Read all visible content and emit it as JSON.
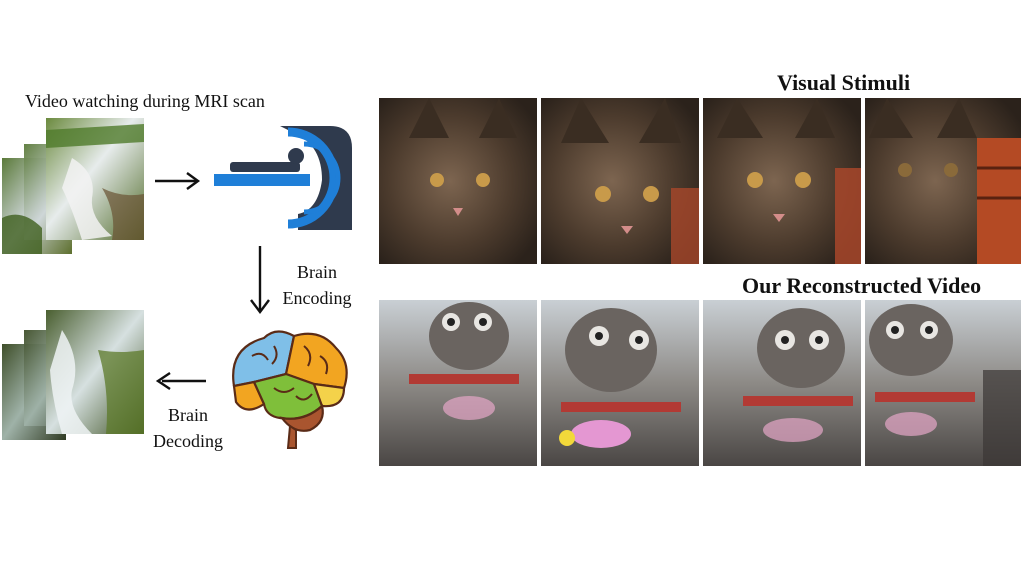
{
  "left": {
    "top_caption": "Video watching during MRI scan",
    "encoding_label": [
      "Brain",
      "Encoding"
    ],
    "decoding_label": [
      "Brain",
      "Decoding"
    ]
  },
  "right": {
    "stimuli_title": "Visual Stimuli",
    "recon_title": "Our Reconstructed Video"
  },
  "colors": {
    "mri_blue": "#1f7fd8",
    "mri_dark": "#2f3a4d",
    "brain_blue": "#7fbfe8",
    "brain_orange": "#f2a521",
    "brain_green": "#7fbf3a",
    "brain_yellow": "#f4d24a",
    "brain_stem": "#a9552f"
  }
}
